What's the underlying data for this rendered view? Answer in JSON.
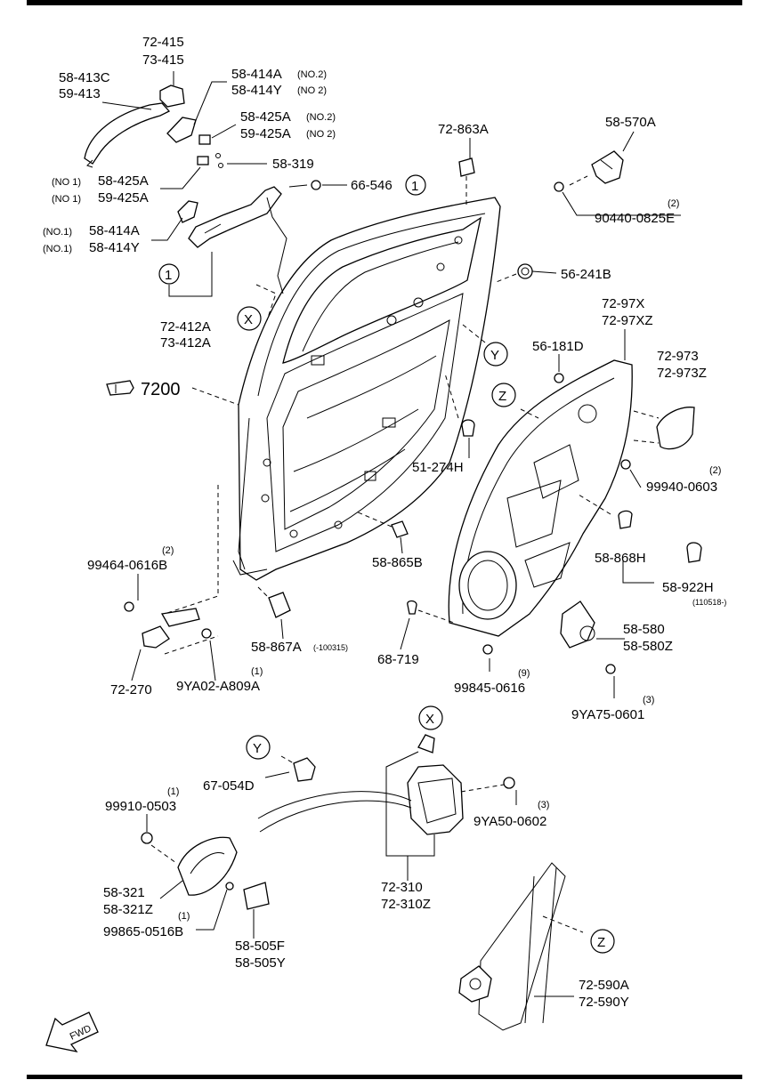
{
  "labels": {
    "l_72_415": "72-415",
    "l_73_415": "73-415",
    "l_58_413c": "58-413C",
    "l_59_413": "59-413",
    "l_58_414a_no2": "58-414A",
    "l_58_414a_no2_q": "(NO.2)",
    "l_58_414y_no2": "58-414Y",
    "l_58_414y_no2_q": "(NO 2)",
    "l_58_425a_no2": "58-425A",
    "l_58_425a_no2_q": "(NO.2)",
    "l_59_425a_no2": "59-425A",
    "l_59_425a_no2_q": "(NO 2)",
    "l_58_319": "58-319",
    "l_58_425a_no1_q": "(NO 1)",
    "l_58_425a_no1": "58-425A",
    "l_59_425a_no1_q": "(NO 1)",
    "l_59_425a_no1": "59-425A",
    "l_66_546": "66-546",
    "l_66_546_ref": "1",
    "l_58_414a_no1_q": "(NO.1)",
    "l_58_414a_no1": "58-414A",
    "l_58_414y_no1_q": "(NO.1)",
    "l_58_414y_no1": "58-414Y",
    "l_ref1": "1",
    "l_72_412a": "72-412A",
    "l_73_412a": "73-412A",
    "l_x_upper": "X",
    "l_72_863a": "72-863A",
    "l_58_570a": "58-570A",
    "l_90440_qty": "(2)",
    "l_90440": "90440-0825E",
    "l_56_241b": "56-241B",
    "l_72_97x": "72-97X",
    "l_72_97xz": "72-97XZ",
    "l_y_upper": "Y",
    "l_56_181d": "56-181D",
    "l_72_973": "72-973",
    "l_72_973z": "72-973Z",
    "l_7200": "7200",
    "l_z_upper": "Z",
    "l_51_274h": "51-274H",
    "l_99940_qty": "(2)",
    "l_99940": "99940-0603",
    "l_99464_qty": "(2)",
    "l_99464": "99464-0616B",
    "l_58_865b": "58-865B",
    "l_58_868h": "58-868H",
    "l_58_922h": "58-922H",
    "l_58_922h_note": "(110518-)",
    "l_58_867a": "58-867A",
    "l_58_867a_note": "(-100315)",
    "l_68_719": "68-719",
    "l_58_580": "58-580",
    "l_58_580z": "58-580Z",
    "l_72_270": "72-270",
    "l_9ya02_qty": "(1)",
    "l_9ya02": "9YA02-A809A",
    "l_99845_qty": "(9)",
    "l_99845": "99845-0616",
    "l_9ya75_qty": "(3)",
    "l_9ya75": "9YA75-0601",
    "l_x_lower": "X",
    "l_y_lower": "Y",
    "l_67_054d": "67-054D",
    "l_99910_qty": "(1)",
    "l_99910": "99910-0503",
    "l_9ya50_qty": "(3)",
    "l_9ya50": "9YA50-0602",
    "l_58_321": "58-321",
    "l_58_321z": "58-321Z",
    "l_99865_qty": "(1)",
    "l_99865": "99865-0516B",
    "l_72_310": "72-310",
    "l_72_310z": "72-310Z",
    "l_58_505f": "58-505F",
    "l_58_505y": "58-505Y",
    "l_z_lower": "Z",
    "l_72_590a": "72-590A",
    "l_72_590y": "72-590Y",
    "l_fwd": "FWD"
  },
  "icons": {
    "pointing_hand": "pointing-hand-icon",
    "fwd_arrow": "fwd-arrow-icon"
  }
}
